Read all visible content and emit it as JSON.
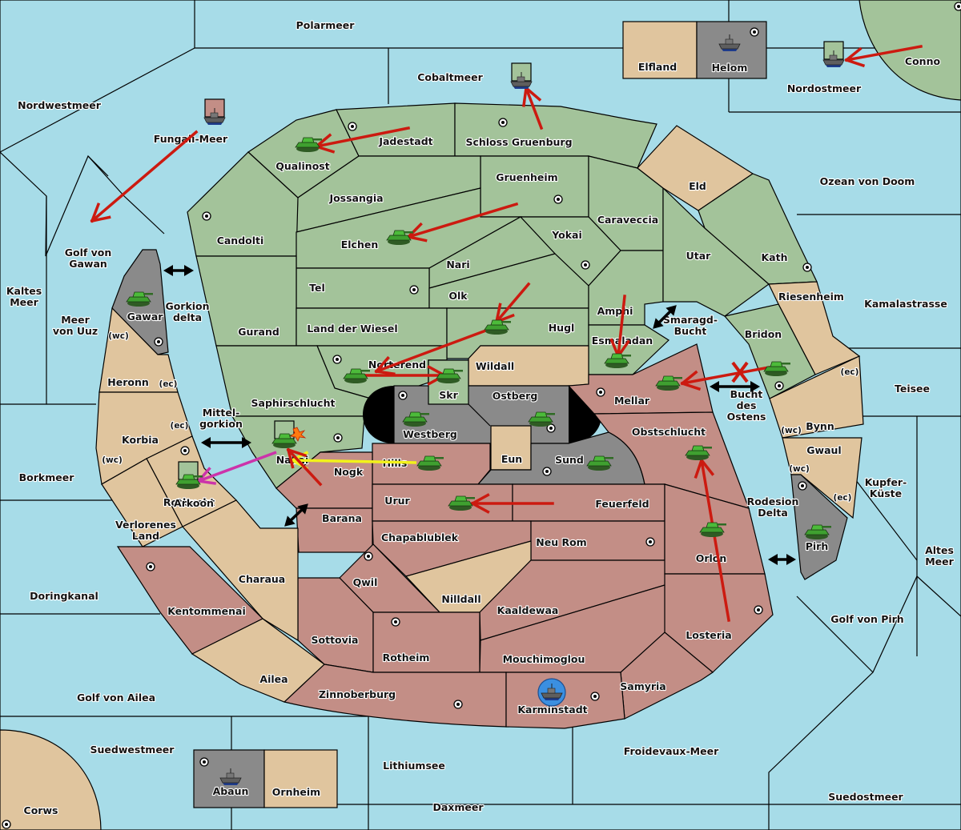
{
  "app": {
    "title": "Diplomacy Map"
  },
  "colors": {
    "sea": "#a7dce8",
    "power_green": "#a3c39a",
    "power_tan": "#e0c59e",
    "power_red": "#c38e86",
    "power_gray": "#8a8a8a",
    "move_order": "#cc1a10",
    "support_order_yellow": "#f2f21a",
    "convoy_order_magenta": "#cc33aa",
    "impassable": "#000000"
  },
  "sea_regions": [
    {
      "name": "Polarmeer",
      "label": "Polarmeer"
    },
    {
      "name": "Cobaltmeer",
      "label": "Cobaltmeer"
    },
    {
      "name": "Nordwestmeer",
      "label": "Nordwestmeer"
    },
    {
      "name": "Fungali-Meer",
      "label": "Fungali-Meer"
    },
    {
      "name": "Nordostmeer",
      "label": "Nordostmeer"
    },
    {
      "name": "Ozean von Doom",
      "label": "Ozean von Doom"
    },
    {
      "name": "Golf von Gawan",
      "label": [
        "Golf von",
        "Gawan"
      ]
    },
    {
      "name": "Kaltes Meer",
      "label": [
        "Kaltes",
        "Meer"
      ]
    },
    {
      "name": "Meer von Uuz",
      "label": [
        "Meer",
        "von Uuz"
      ]
    },
    {
      "name": "Gorkion delta",
      "label": [
        "Gorkion",
        "delta"
      ]
    },
    {
      "name": "Mittelgorkion",
      "label": [
        "Mittel-",
        "gorkion"
      ]
    },
    {
      "name": "Rotbucht",
      "label": "Rotbucht"
    },
    {
      "name": "Borkmeer",
      "label": "Borkmeer"
    },
    {
      "name": "Doringkanal",
      "label": "Doringkanal"
    },
    {
      "name": "Golf von Ailea",
      "label": "Golf von Ailea"
    },
    {
      "name": "Suedwestmeer",
      "label": "Suedwestmeer"
    },
    {
      "name": "Lithiumsee",
      "label": "Lithiumsee"
    },
    {
      "name": "Daxmeer",
      "label": "Daxmeer"
    },
    {
      "name": "Froidevaux-Meer",
      "label": "Froidevaux-Meer"
    },
    {
      "name": "Suedostmeer",
      "label": "Suedostmeer"
    },
    {
      "name": "Golf von Pirh",
      "label": "Golf von Pirh"
    },
    {
      "name": "Altes Meer",
      "label": [
        "Altes",
        "Meer"
      ]
    },
    {
      "name": "Kupfer-Kueste",
      "label": [
        "Kupfer-",
        "Küste"
      ]
    },
    {
      "name": "Teisee",
      "label": "Teisee"
    },
    {
      "name": "Kamalastrasse",
      "label": "Kamalastrasse"
    },
    {
      "name": "Rodesion Delta",
      "label": [
        "Rodesion",
        "Delta"
      ]
    },
    {
      "name": "Bucht des Ostens",
      "label": [
        "Bucht",
        "des",
        "Ostens"
      ]
    },
    {
      "name": "Smaragd-Bucht",
      "label": [
        "Smaragd-",
        "Bucht"
      ]
    }
  ],
  "land_regions": {
    "green": [
      "Qualinost",
      "Jadestadt",
      "Schloss Gruenburg",
      "Gruenheim",
      "Jossangia",
      "Candolti",
      "Elchen",
      "Caraveccia",
      "Yokai",
      "Nari",
      "Tel",
      "Olk",
      "Gurand",
      "Land der Wiesel",
      "Hugl",
      "Amphi",
      "Esmaladan",
      "Utar",
      "Kath",
      "Bridon",
      "Norterend",
      "Saphirschlucht",
      "Nabai",
      "Skr",
      "Conno"
    ],
    "tan": [
      "Elfland",
      "Eld",
      "Riesenheim",
      "Bynn",
      "Gwaul",
      "Heronn",
      "Korbia",
      "Arkoon",
      "Verlorenes Land",
      "Charaua",
      "Ailea",
      "Wildall",
      "Eun",
      "Nilldall",
      "Ornheim",
      "Corws"
    ],
    "red": [
      "Mellar",
      "Obstschlucht",
      "Nogk",
      "Hills",
      "Barana",
      "Urur",
      "Feuerfeld",
      "Chapablublek",
      "Neu Rom",
      "Qwil",
      "Orlon",
      "Kentommenai",
      "Sottovia",
      "Rotheim",
      "Kaaldewaa",
      "Mouchimoglou",
      "Losteria",
      "Zinnoberburg",
      "Karminstadt",
      "Samyria"
    ],
    "gray": [
      "Helom",
      "Gawar",
      "Westberg",
      "Ostberg",
      "Sund",
      "Pirh",
      "Abaun"
    ]
  },
  "coast_markers": [
    {
      "text": "(wc)",
      "region": "Heronn"
    },
    {
      "text": "(ec)",
      "region": "Heronn"
    },
    {
      "text": "(ec)",
      "region": "Korbia"
    },
    {
      "text": "(wc)",
      "region": "Korbia"
    },
    {
      "text": "(ec)",
      "region": "Bynn"
    },
    {
      "text": "(wc)",
      "region": "Bynn"
    },
    {
      "text": "(wc)",
      "region": "Gwaul"
    },
    {
      "text": "(ec)",
      "region": "Gwaul"
    }
  ],
  "units": [
    {
      "type": "fleet",
      "region": "Fungali-Meer",
      "owner": "red",
      "dislodged": true
    },
    {
      "type": "fleet",
      "region": "Cobaltmeer",
      "owner": "green",
      "dislodged": true
    },
    {
      "type": "fleet",
      "region": "Helom",
      "owner": "gray"
    },
    {
      "type": "fleet",
      "region": "Nordostmeer",
      "owner": "green",
      "dislodged": true
    },
    {
      "type": "army",
      "region": "Qualinost",
      "owner": "green"
    },
    {
      "type": "army",
      "region": "Elchen",
      "owner": "green"
    },
    {
      "type": "army",
      "region": "Gawar",
      "owner": "green"
    },
    {
      "type": "army",
      "region": "Hugl",
      "owner": "green"
    },
    {
      "type": "army",
      "region": "Norterend",
      "owner": "green"
    },
    {
      "type": "army",
      "region": "Skr",
      "owner": "green"
    },
    {
      "type": "army",
      "region": "Esmaladan",
      "owner": "green"
    },
    {
      "type": "army",
      "region": "Mellar",
      "owner": "green"
    },
    {
      "type": "army",
      "region": "Bridon",
      "owner": "green"
    },
    {
      "type": "army",
      "region": "Westberg",
      "owner": "green"
    },
    {
      "type": "army",
      "region": "Ostberg",
      "owner": "green"
    },
    {
      "type": "army",
      "region": "Sund",
      "owner": "green"
    },
    {
      "type": "army",
      "region": "Hills",
      "owner": "green"
    },
    {
      "type": "army",
      "region": "Nabai",
      "owner": "green",
      "dislodged": true,
      "attacked": true
    },
    {
      "type": "army",
      "region": "Arkoon",
      "owner": "green",
      "dislodged": true
    },
    {
      "type": "army",
      "region": "Urur",
      "owner": "green"
    },
    {
      "type": "army",
      "region": "Obstschlucht",
      "owner": "green"
    },
    {
      "type": "army",
      "region": "Orlon",
      "owner": "green"
    },
    {
      "type": "army",
      "region": "Pirh",
      "owner": "green"
    },
    {
      "type": "fleet",
      "region": "Karminstadt",
      "owner": "red",
      "build": true
    },
    {
      "type": "fleet",
      "region": "Abaun",
      "owner": "gray"
    }
  ],
  "orders": [
    {
      "kind": "retreat",
      "from": "Fungali-Meer",
      "to": "Golf von Gawan",
      "color": "red"
    },
    {
      "kind": "retreat",
      "from": "Schloss Gruenburg",
      "to": "Cobaltmeer",
      "color": "red"
    },
    {
      "kind": "retreat",
      "from": "Conno",
      "to": "Nordostmeer",
      "color": "red"
    },
    {
      "kind": "move",
      "from": "Jadestadt",
      "to": "Qualinost",
      "color": "red"
    },
    {
      "kind": "move",
      "from": "Gruenheim",
      "to": "Elchen",
      "color": "red"
    },
    {
      "kind": "move",
      "from": "Olk",
      "to": "Hugl",
      "color": "red"
    },
    {
      "kind": "move",
      "from": "Hugl",
      "to": "Norterend",
      "color": "red"
    },
    {
      "kind": "move",
      "from": "Norterend",
      "to": "Skr",
      "color": "red"
    },
    {
      "kind": "move",
      "from": "Amphi",
      "to": "Esmaladan",
      "color": "red"
    },
    {
      "kind": "move",
      "from": "Bridon",
      "to": "Mellar",
      "color": "red",
      "failed": true
    },
    {
      "kind": "move",
      "from": "Feuerfeld",
      "to": "Urur",
      "color": "red"
    },
    {
      "kind": "move",
      "from": "Losteria",
      "to": "Obstschlucht",
      "color": "red"
    },
    {
      "kind": "support",
      "from": "Hills",
      "to": "Nabai",
      "color": "yellow"
    },
    {
      "kind": "retreat",
      "from": "Nabai",
      "to": "Arkoon",
      "color": "magenta"
    },
    {
      "kind": "move",
      "from": "Nogk",
      "to": "Nabai",
      "color": "red"
    }
  ],
  "canal_links": [
    {
      "between": [
        "Gawar",
        "Gorkion delta"
      ]
    },
    {
      "between": [
        "Mittelgorkion",
        "Nabai"
      ]
    },
    {
      "between": [
        "Rotbucht",
        "Barana"
      ]
    },
    {
      "between": [
        "Smaragd-Bucht",
        "Amphi"
      ]
    },
    {
      "between": [
        "Bucht des Ostens",
        "Bridon"
      ]
    },
    {
      "between": [
        "Rodesion Delta",
        "Pirh"
      ]
    }
  ]
}
